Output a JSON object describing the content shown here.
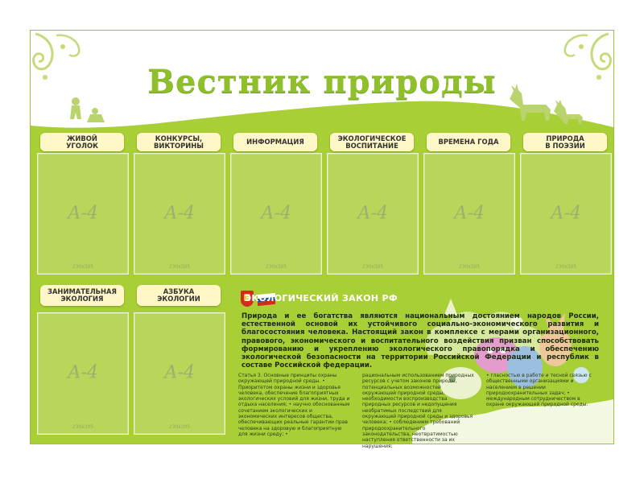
{
  "title": "Вестник природы",
  "pocket_text": "А-4",
  "pocket_size": "230x305",
  "sections": [
    {
      "label": "Живой\nуголок"
    },
    {
      "label": "Конкурсы,\nвикторины"
    },
    {
      "label": "Информация"
    },
    {
      "label": "Экологическое\nвоспитание"
    },
    {
      "label": "Времена года"
    },
    {
      "label": "Природа\nв поэзии"
    },
    {
      "label": "Занимательная\nэкология"
    },
    {
      "label": "Азбука\nэкологии"
    }
  ],
  "law": {
    "title": "Экологический закон РФ",
    "intro": "Природа и ее богатства являются национальным достоянием народов России, естественной основой их устойчивого социально-экономического развития и благосостояния человека. Настоящий закон в комплексе с мерами организационного, правового, экономического и воспитательного воздействия призван способствовать формированию и укреплению экологического правопорядка и обеспечению экологической безопасности на территории Российской Федерации и республик в составе Российской федерации.",
    "col1": "Статья 3. Основные принципы охраны окружающей природной среды. • Приоритетом охраны жизни и здоровья человека, обеспечение благоприятных экологических условий для жизни, труда и отдыха населения; • научно обоснованным сочетанием экологических и экономических интересов общества, обеспечивающих реальные гарантии прав человека на здоровую и благоприятную для жизни среду; •",
    "col2": "рациональным использованием природных ресурсов с учетом законов природы, потенциальных возможностей окружающей природной среды, необходимости воспроизводства природных ресурсов и недопущения необратимых последствий для окружающей природной среды и здоровья человека; • соблюдением требований природоохранительного законодательства, неотвратимостью наступления ответственности за их нарушения;",
    "col3": "• гласностью в работе и тесной связью с общественными организациями и населением в решении природоохранительных задач; • международным сотрудничеством в охране окружающей природной среды."
  },
  "colors": {
    "board": "#a8cf36",
    "title": "#8fbf2a",
    "label_bg": "#fff7c8",
    "flag": [
      "#ffffff",
      "#1f4ba0",
      "#d52b1e"
    ]
  }
}
